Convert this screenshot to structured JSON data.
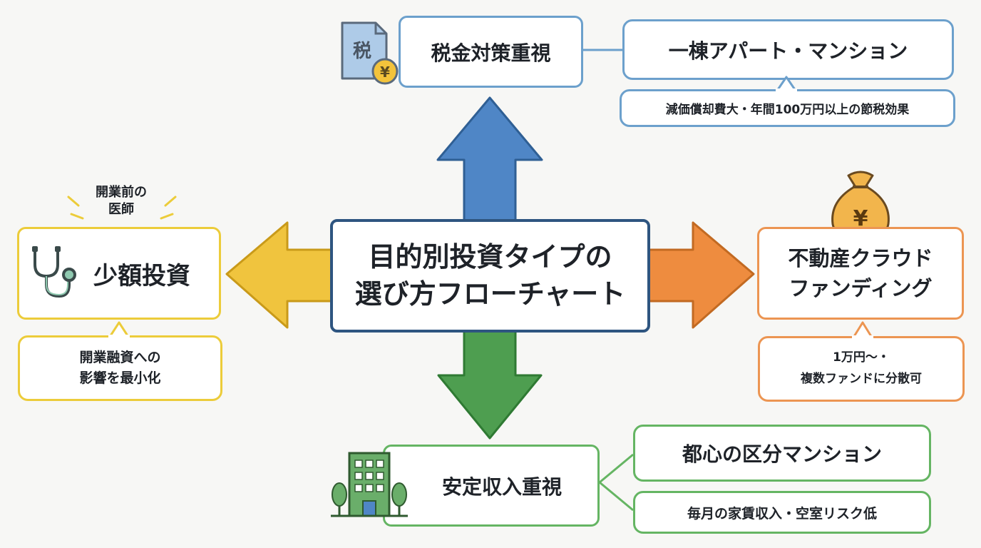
{
  "center": {
    "line1": "目的別投資タイプの",
    "line2": "選び方フローチャート"
  },
  "tax": {
    "title": "税金対策重視",
    "option": "一棟アパート・マンション",
    "note": "減価償却費大・年間100万円以上の節税効果",
    "icon_text": "税",
    "color": "#5b8fc9"
  },
  "small": {
    "title": "少額投資",
    "persona_line1": "開業前の",
    "persona_line2": "医師",
    "note_line1": "開業融資への",
    "note_line2": "影響を最小化",
    "color": "#efc33a"
  },
  "crowd": {
    "title_line1": "不動産クラウド",
    "title_line2": "ファンディング",
    "note_line1": "1万円〜・",
    "note_line2": "複数ファンドに分散可",
    "color": "#ee8f44"
  },
  "stable": {
    "title": "安定収入重視",
    "option": "都心の区分マンション",
    "note": "毎月の家賃収入・空室リスク低",
    "color": "#4e9e50"
  },
  "icons": [
    "tax-document-icon",
    "stethoscope-icon",
    "money-bag-icon",
    "office-building-icon"
  ]
}
